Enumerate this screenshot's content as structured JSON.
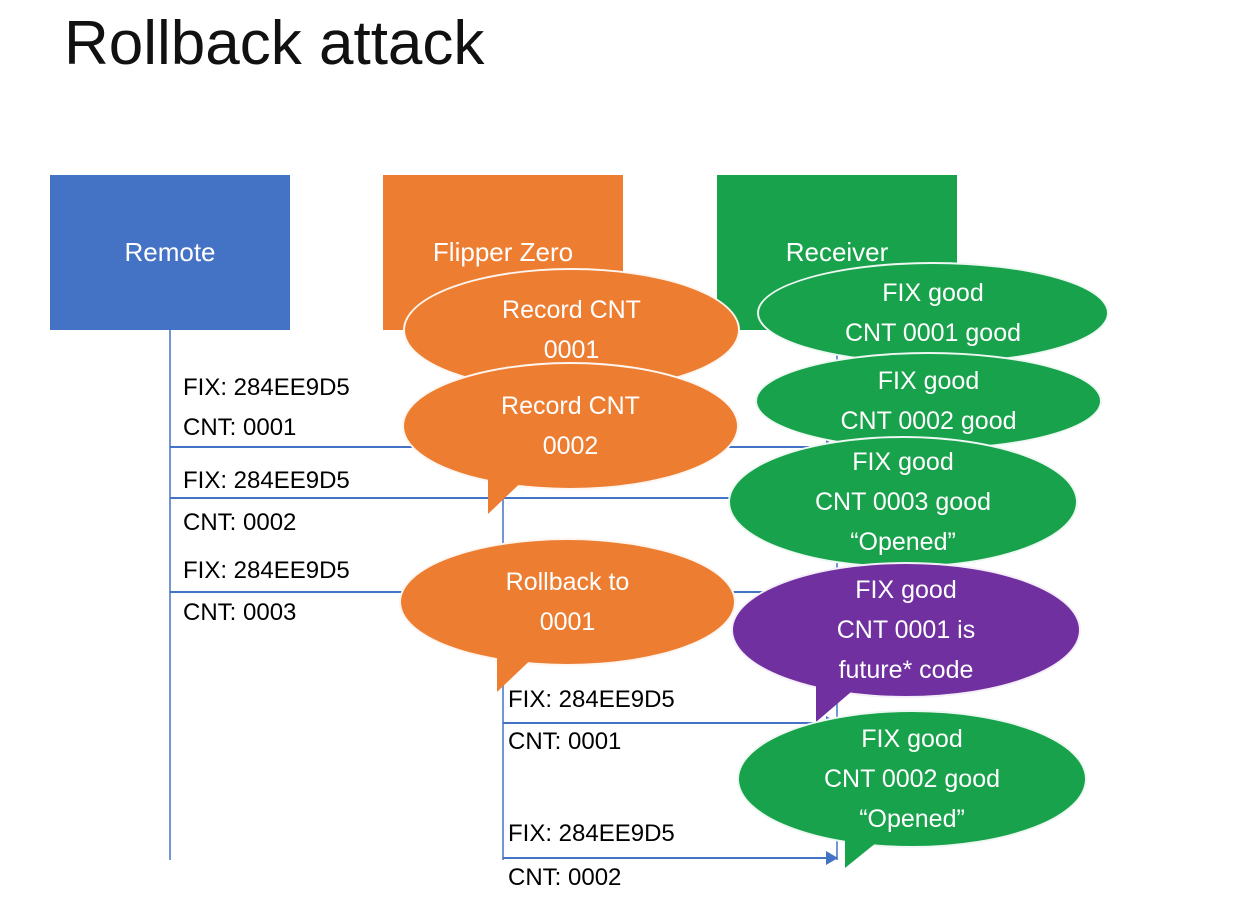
{
  "slide": {
    "title": "Rollback attack"
  },
  "colors": {
    "remote_blue": "#4472C4",
    "flipper_orange": "#ED7D31",
    "receiver_green": "#18A24B",
    "alert_purple": "#7030A0",
    "connector_blue": "#4472C4"
  },
  "actors": [
    {
      "label": "Remote",
      "color": "#4472C4"
    },
    {
      "label": "Flipper Zero",
      "color": "#ED7D31"
    },
    {
      "label": "Receiver",
      "color": "#18A24B"
    }
  ],
  "messages": [
    {
      "from": "Remote",
      "to": "Receiver",
      "fix": "FIX: 284EE9D5",
      "cnt": "CNT: 0001"
    },
    {
      "from": "Remote",
      "to": "Receiver",
      "fix": "FIX: 284EE9D5",
      "cnt": "CNT: 0002"
    },
    {
      "from": "Remote",
      "to": "Receiver",
      "fix": "FIX: 284EE9D5",
      "cnt": "CNT: 0003"
    },
    {
      "from": "Flipper Zero",
      "to": "Receiver",
      "fix": "FIX: 284EE9D5",
      "cnt": "CNT: 0001"
    },
    {
      "from": "Flipper Zero",
      "to": "Receiver",
      "fix": "FIX: 284EE9D5",
      "cnt": "CNT: 0002"
    }
  ],
  "callouts": [
    {
      "speaker": "Flipper Zero",
      "color": "#ED7D31",
      "lines": [
        "Record CNT",
        "0001"
      ]
    },
    {
      "speaker": "Flipper Zero",
      "color": "#ED7D31",
      "lines": [
        "Record CNT",
        "0002"
      ]
    },
    {
      "speaker": "Flipper Zero",
      "color": "#ED7D31",
      "lines": [
        "Rollback to",
        "0001"
      ]
    },
    {
      "speaker": "Receiver",
      "color": "#18A24B",
      "lines": [
        "FIX good",
        "CNT 0001 good"
      ]
    },
    {
      "speaker": "Receiver",
      "color": "#18A24B",
      "lines": [
        "FIX good",
        "CNT 0002 good"
      ]
    },
    {
      "speaker": "Receiver",
      "color": "#18A24B",
      "lines": [
        "FIX good",
        "CNT 0003 good",
        "“Opened”"
      ]
    },
    {
      "speaker": "Receiver",
      "color": "#7030A0",
      "lines": [
        "FIX good",
        "CNT 0001 is",
        "future* code"
      ]
    },
    {
      "speaker": "Receiver",
      "color": "#18A24B",
      "lines": [
        "FIX good",
        "CNT 0002 good",
        "“Opened”"
      ]
    }
  ]
}
